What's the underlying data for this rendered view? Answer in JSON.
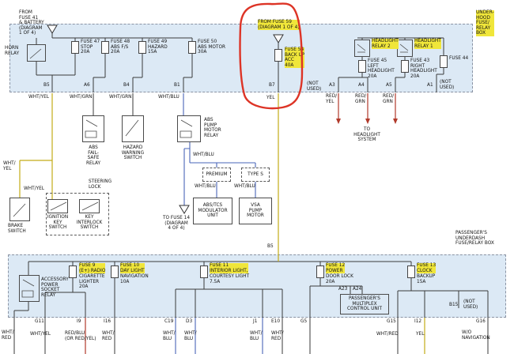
{
  "colors": {
    "box_fill": "#dce9f5",
    "highlight": "#f0e63a",
    "annotation_red": "#dd3426",
    "wire_dark": "#3a3a3a",
    "wire_yellow": "#c3ac17",
    "wire_red": "#b13a2b",
    "wire_blue": "#4a66b8"
  },
  "top_box": {
    "title": "UNDER-\nHOOD\nFUSE/\nRELAY\nBOX",
    "from_fuse41": "FROM\nFUSE 41\n& BATTERY\n(DIAGRAM\n1 OF 4)",
    "horn_relay": "HORN\nRELAY",
    "fuse47": "FUSE 47\nSTOP\n20A",
    "fuse48": "FUSE 48\nABS F/S\n20A",
    "fuse49": "FUSE 49\nHAZARD\n15A",
    "fuse50": "FUSE 50\nABS MOTOR\n30A",
    "from_fuse59": "FROM FUSE 59\n(DIAGRAM 1 OF 4)",
    "fuse54": "FUSE 54\nBACK UP\nACC\n40A",
    "headlight_relay2": "HEADLIGHT\nRELAY 2",
    "headlight_relay1": "HEADLIGHT\nRELAY 1",
    "fuse45": "FUSE 45\nLEFT\nHEADLIGHT\n20A",
    "fuse43": "FUSE 43\nRIGHT\nHEADLIGHT\n20A",
    "fuse44": "FUSE 44",
    "not_used": "(NOT\nUSED)",
    "connectors": {
      "b5": "B5",
      "a6": "A6",
      "b4": "B4",
      "b1": "B1",
      "b7": "B7",
      "a3": "A3",
      "a4": "A4",
      "a5": "A5",
      "a1": "A1"
    },
    "wire_labels": {
      "b5": "WHT/YEL",
      "a6": "WHT/GRN",
      "b4": "WHT/GRN",
      "b1": "WHT/BLU",
      "b7": "YEL",
      "a3": "RED/\nYEL",
      "a4": "RED/\nGRN",
      "a5": "RED/\nGRN"
    }
  },
  "middle": {
    "abs_fail_safe": "ABS\nFAIL-\nSAFE\nRELAY",
    "hazard_switch": "HAZARD\nWARNING\nSWITCH",
    "abs_pump_relay": "ABS\nPUMP\nMOTOR\nRELAY",
    "wht_blu_1": "WHT/BLU",
    "premium": "PREMIUM",
    "type_s": "TYPE S",
    "wht_blu_2": "WHT/BLU",
    "wht_blu_3": "WHT/BLU",
    "modulator": "ABS/TCS\nMODULATOR\nUNIT",
    "vsa_pump": "VSA\nPUMP\nMOTOR",
    "to_fuse14": "TO FUSE 14\n(DIAGRAM\n4 OF 4)",
    "steering_lock": "STEERING\nLOCK",
    "ignition": "IGNITION\nKEY\nSWITCH",
    "interlock": "KEY\nINTERLOCK\nSWITCH",
    "wht_yel_left": "WHT/\nYEL",
    "wht_yel_mid": "WHT/YEL",
    "brake_switch": "BRAKE\nSWITCH",
    "to_headlight": "TO\nHEADLIGHT\nSYSTEM",
    "b5_entry": "B5"
  },
  "bottom_box": {
    "title": "PASSENGER'S\nUNDERDASH\nFUSE/RELAY BOX",
    "acc_relay": "ACCESSORY\nPOWER\nSOCKET\nRELAY",
    "fuse9": {
      "name": "FUSE 9\n(E+) RADIO",
      "detail": "CIGARETTE\nLIGHTER\n20A"
    },
    "fuse10": {
      "name": "FUSE 10\nDAY LIGHT",
      "detail": "NAVIGATION\n10A"
    },
    "fuse11": {
      "name": "FUSE 11\nINTERIOR LIGHT,",
      "detail": "COURTESY LIGHT\n7.5A"
    },
    "fuse12": {
      "name": "FUSE 12\nPOWER",
      "detail": "DOOR LOCK\n20A"
    },
    "fuse13": {
      "name": "FUSE 13\nCLOCK",
      "detail": "BACKUP\n15A"
    },
    "a23": "A23",
    "a24": "A24",
    "multiplex": "PASSENGER'S\nMULTIPLEX\nCONTROL UNIT",
    "b15": "B15",
    "b15_note": "(NOT\nUSED)",
    "connectors": {
      "g11": "G11",
      "i9": "I9",
      "i16": "I16",
      "c19": "C19",
      "d3": "D3",
      "j1": "J1",
      "e10": "E10",
      "g5": "G5",
      "g15": "G15",
      "i12": "I12",
      "g16": "G16"
    },
    "wire_labels": {
      "acc": "WHT/\nRED",
      "g11": "WHT/YEL",
      "i9": "RED/BLU\n(OR RED/YEL)",
      "i16": "WHT/\nRED",
      "c19": "WHT/\nBLU",
      "d3": "WHT/\nBLU",
      "j1": "WHT/\nBLU",
      "e10": "WHT/\nRED",
      "g15": "WHT/RED",
      "i12": "YEL",
      "g16": "W/O\nNAVIGATION"
    }
  }
}
